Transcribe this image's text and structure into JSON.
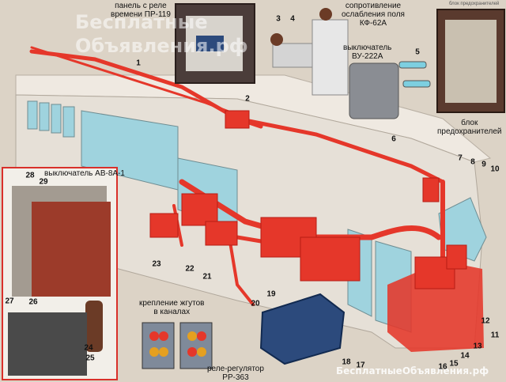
{
  "colors": {
    "wiring": "#e5372a",
    "wiring_dark": "#b81d14",
    "bus_body": "#eae4dc",
    "window": "#9fd3de",
    "inset_bg": "#f2efe9",
    "inset_border": "#d9302a",
    "device_blue": "#2c4a7c",
    "device_gray": "#c9c9c9"
  },
  "labels": {
    "relay_panel_l1": "панель с реле",
    "relay_panel_l2": "времени ПР-119",
    "resistor_l1": "сопротивление",
    "resistor_l2": "ослабления поля",
    "resistor_l3": "КФ-62А",
    "switch_vu_l1": "выключатель",
    "switch_vu_l2": "ВУ-222А",
    "fuse_block_l1": "блок",
    "fuse_block_l2": "предохранителей",
    "switch_av": "выключатель АВ-8А-1",
    "harness_l1": "крепление жгутов",
    "harness_l2": "в каналах",
    "regulator_l1": "реле-регулятор",
    "regulator_l2": "РР-363",
    "fuse_stamp": "блок предохранителей"
  },
  "watermark": {
    "line1": "Бесплатные",
    "line2": "Объявления.рф",
    "bottom": "БесплатныеОбъявления.рф"
  },
  "callouts": [
    {
      "text": "1"
    },
    {
      "text": "2"
    },
    {
      "text": "3"
    },
    {
      "text": "4"
    },
    {
      "text": "5"
    },
    {
      "text": "6"
    },
    {
      "text": "7"
    },
    {
      "text": "8"
    },
    {
      "text": "9"
    },
    {
      "text": "10"
    },
    {
      "text": "11"
    },
    {
      "text": "12"
    },
    {
      "text": "13"
    },
    {
      "text": "14"
    },
    {
      "text": "15"
    },
    {
      "text": "16"
    },
    {
      "text": "17"
    },
    {
      "text": "18"
    },
    {
      "text": "19"
    },
    {
      "text": "20"
    },
    {
      "text": "21"
    },
    {
      "text": "22"
    },
    {
      "text": "23"
    },
    {
      "text": "24"
    },
    {
      "text": "25"
    },
    {
      "text": "26"
    },
    {
      "text": "27"
    },
    {
      "text": "28"
    },
    {
      "text": "29"
    }
  ]
}
